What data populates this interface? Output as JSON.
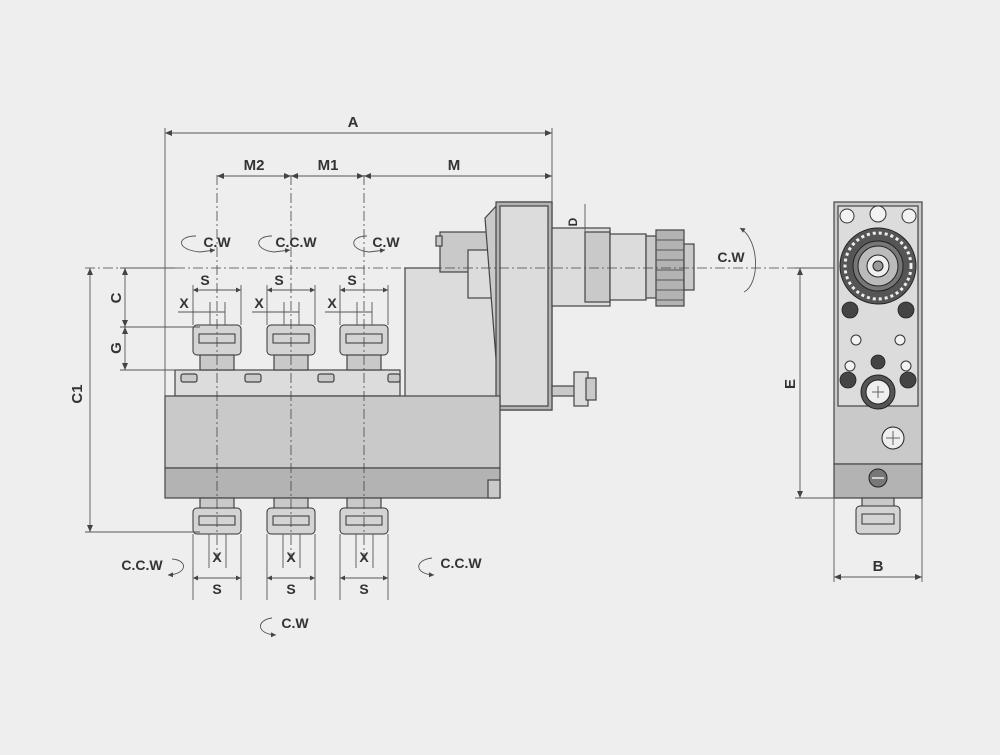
{
  "dimensions": {
    "A": "A",
    "M": "M",
    "M1": "M1",
    "M2": "M2",
    "D": "D",
    "C": "C",
    "G": "G",
    "C1": "C1",
    "E": "E",
    "B": "B",
    "S": "S",
    "X": "X"
  },
  "rotation": {
    "cw": "C.W",
    "ccw": "C.C.W"
  },
  "colors": {
    "background": "#eeeeee",
    "body": "#c9c9c9",
    "line": "#444444"
  }
}
